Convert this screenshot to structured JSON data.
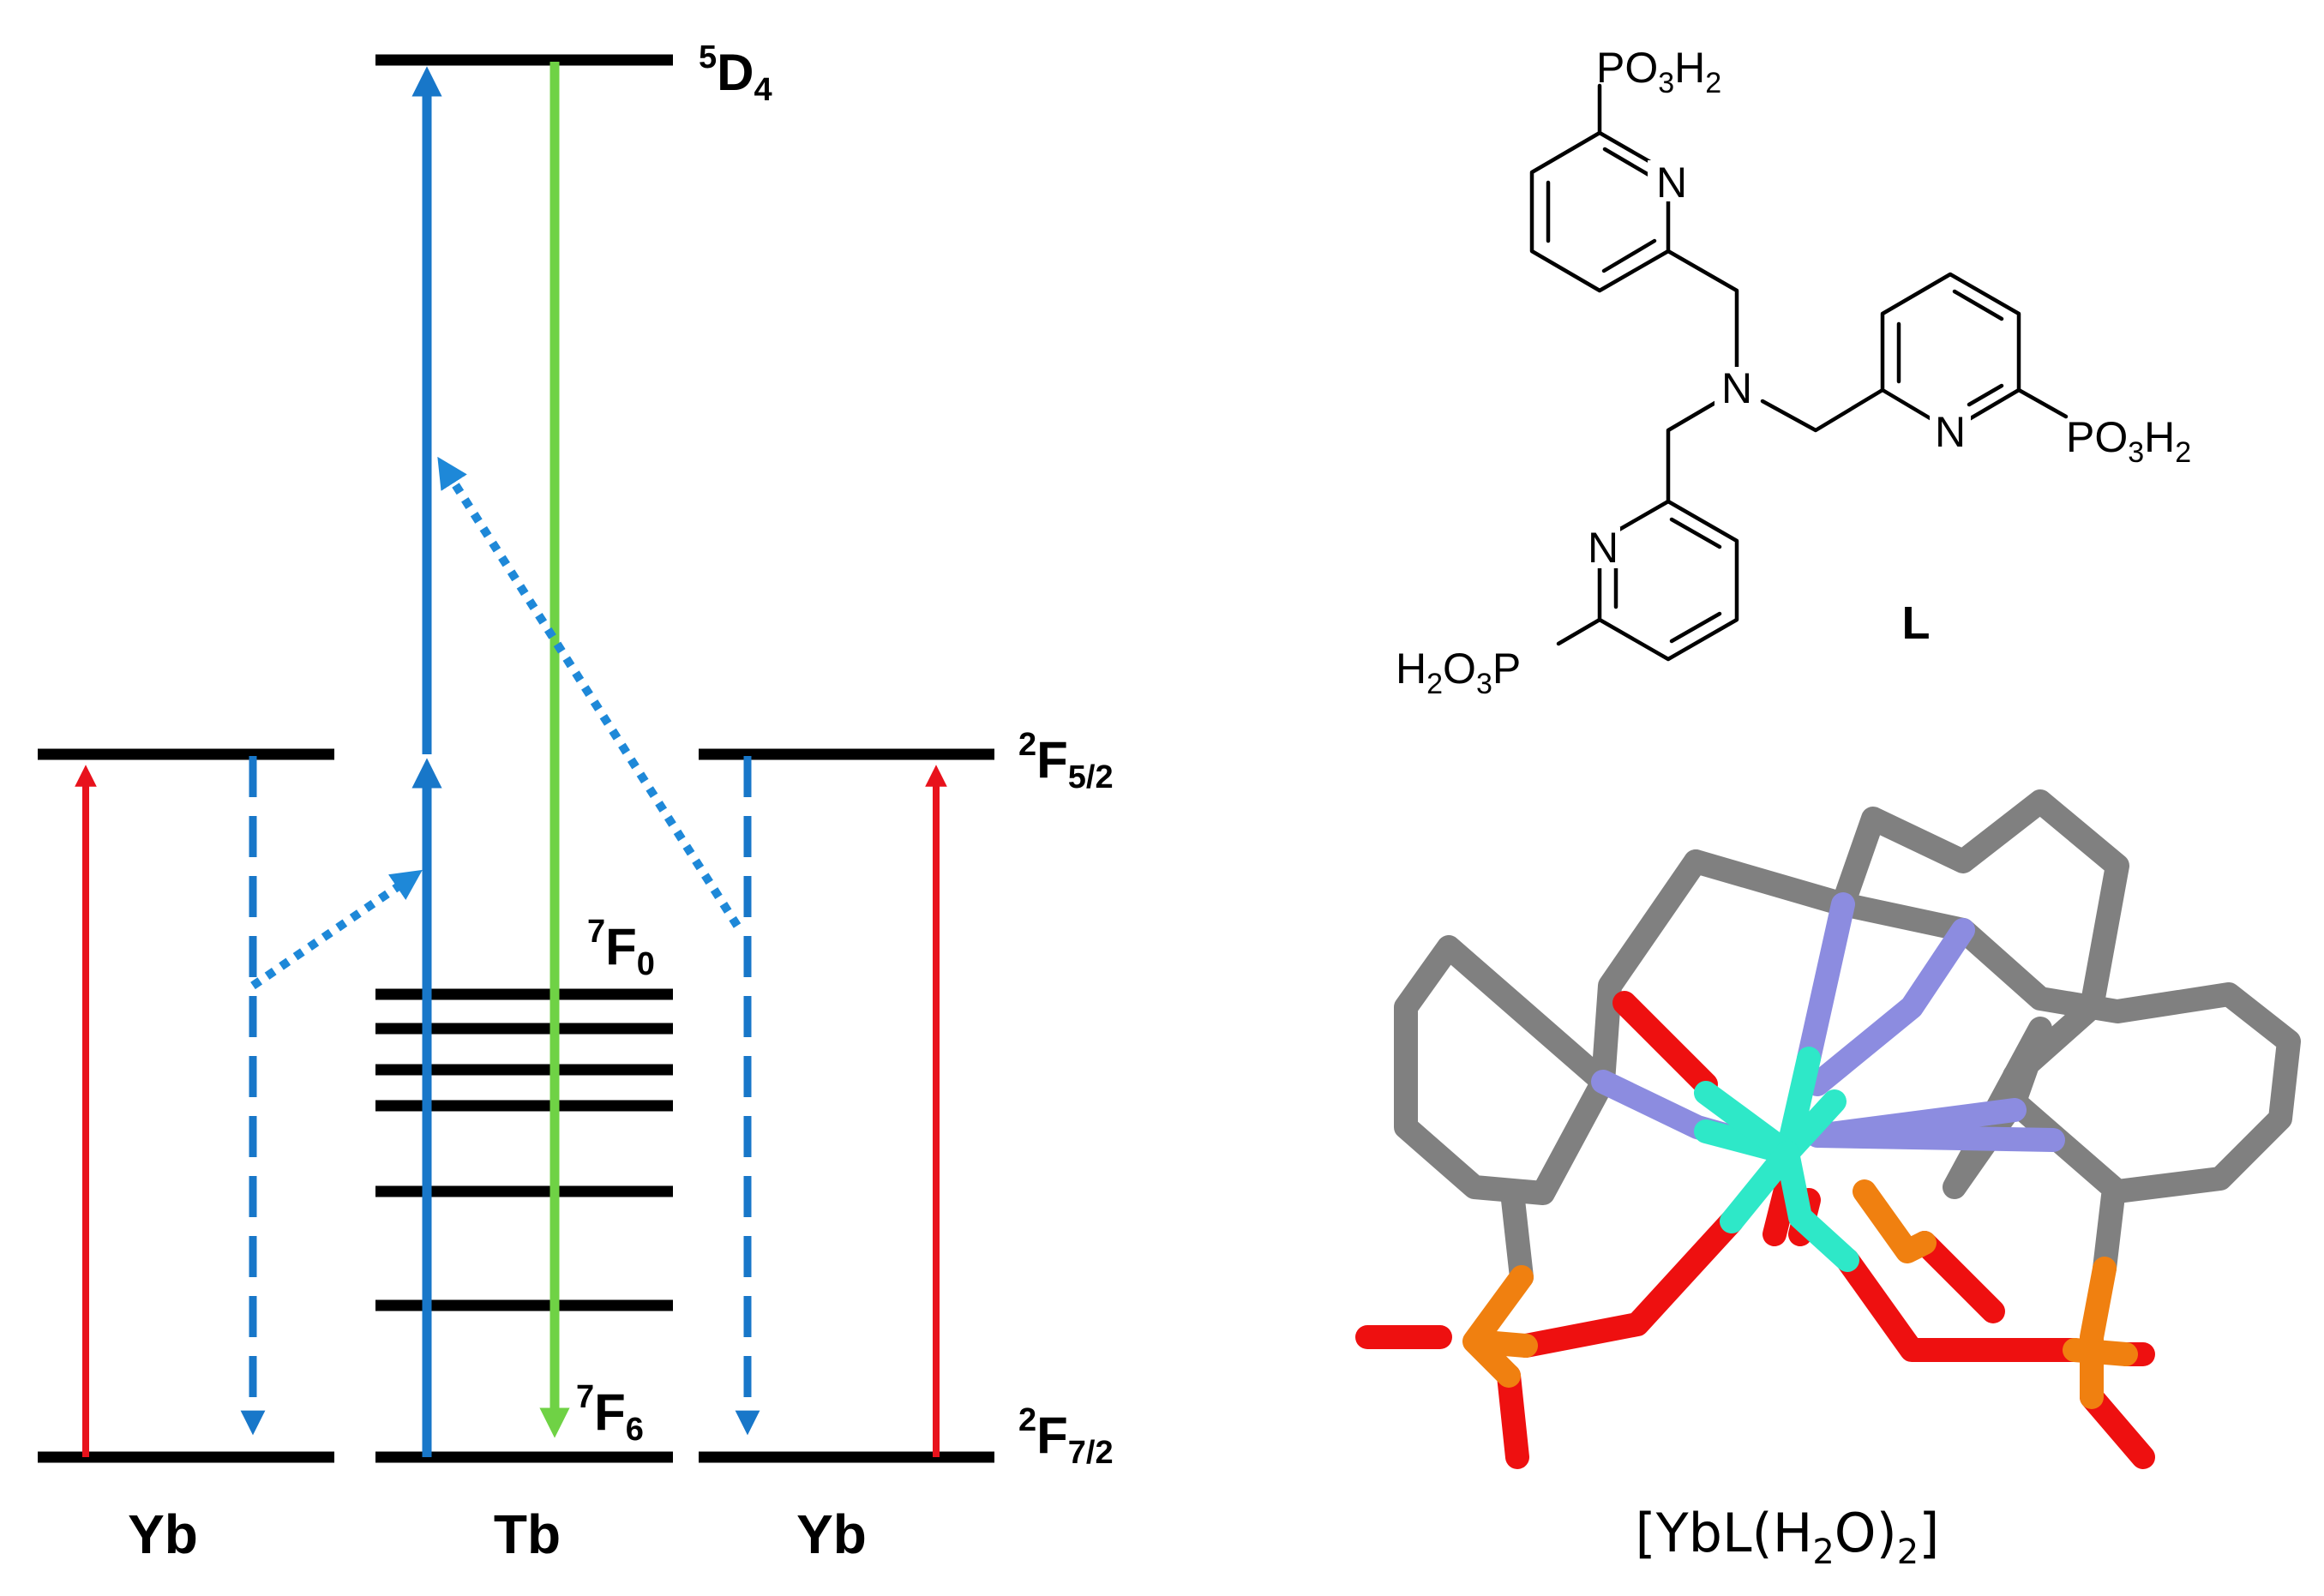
{
  "energy_diagram": {
    "levels": {
      "tb_5d4": {
        "sym": "D",
        "sup": "5",
        "sub": "4"
      },
      "yb_2f52": {
        "sym": "F",
        "sup": "2",
        "sub": "5/2"
      },
      "tb_7f0": {
        "sym": "F",
        "sup": "7",
        "sub": "0"
      },
      "tb_7f6": {
        "sym": "F",
        "sup": "7",
        "sub": "6"
      },
      "yb_2f72": {
        "sym": "F",
        "sup": "2",
        "sub": "7/2"
      }
    },
    "ion_labels": {
      "yb_left": "Yb",
      "tb": "Tb",
      "yb_right": "Yb"
    },
    "colors": {
      "level_line": "#000000",
      "yb_absorption": "#e8121c",
      "tb_excitation": "#1877c9",
      "tb_emission": "#6fd245",
      "energy_transfer": "#1e88d8"
    }
  },
  "ligand_structure": {
    "label": "L",
    "atoms": {
      "n_central": "N",
      "n_ring1": "N",
      "n_ring2": "N",
      "n_ring3": "N"
    },
    "phosphonates": {
      "top": {
        "a": "PO",
        "a_sub": "3",
        "b": "H",
        "b_sub": "2"
      },
      "right": {
        "a": "PO",
        "a_sub": "3",
        "b": "H",
        "b_sub": "2"
      },
      "left": {
        "a": "H",
        "a_sub": "2",
        "b": "O",
        "b_sub": "3",
        "c": "P"
      }
    }
  },
  "complex_structure": {
    "caption": {
      "p1": "[YbL(H",
      "s1": "2",
      "p2": "O)",
      "s2": "2",
      "p3": "]"
    },
    "atom_colors": {
      "carbon": "#808080",
      "nitrogen": "#8c8ce0",
      "oxygen": "#ee1010",
      "phosphorus": "#f08010",
      "ytterbium": "#2ee8c8"
    }
  }
}
